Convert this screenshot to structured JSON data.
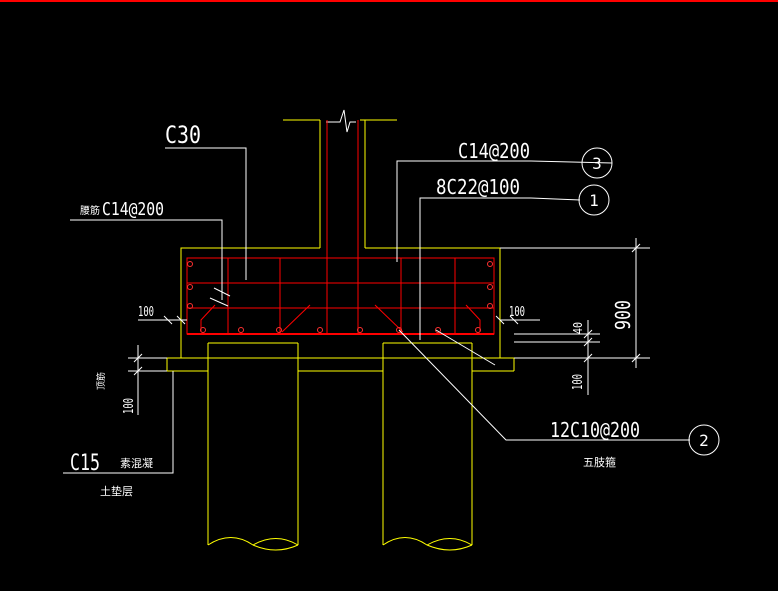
{
  "labels": {
    "concrete_grade": "C30",
    "top_bar": "C14@200",
    "side_bar_prefix": "腰筋",
    "side_bar": "C14@200",
    "bottom_bars": "8C22@100",
    "stirrup": "12C10@200",
    "stirrup_note": "五肢箍",
    "pad_grade": "C15",
    "pad_material": "素混凝",
    "pad_layer": "土垫层",
    "left_note": "顶筋",
    "dim_100_left": "100",
    "dim_100_right": "100",
    "dim_100_pad": "100",
    "dim_100_bottom": "100",
    "dim_40": "40",
    "dim_900": "900"
  },
  "markers": {
    "m1": "1",
    "m2": "2",
    "m3": "3"
  },
  "colors": {
    "background": "#000000",
    "outline": "#ffff00",
    "annotation": "#ffffff",
    "rebar": "#ff0000"
  }
}
